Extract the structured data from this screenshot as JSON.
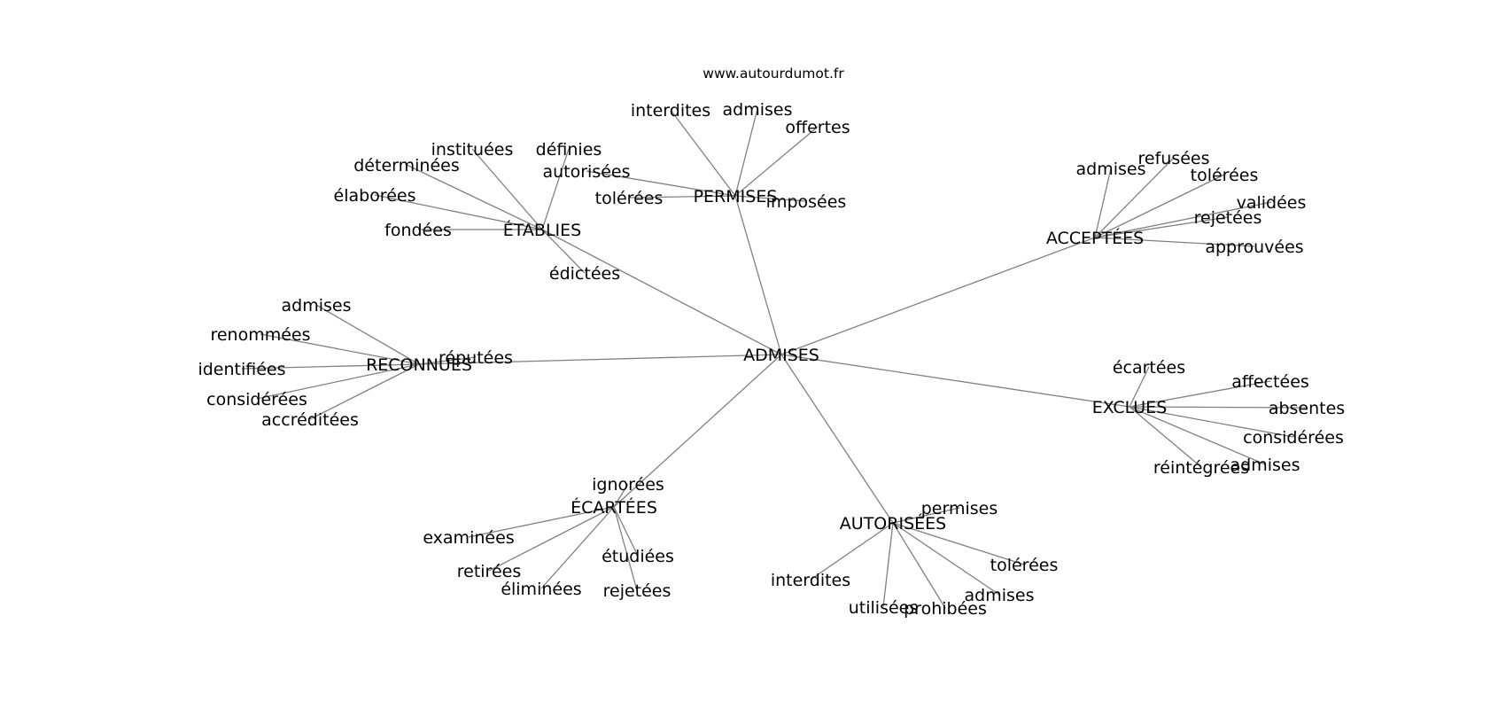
{
  "site": "www.autourdumot.fr",
  "root": "ADMISES",
  "clusters": [
    {
      "hub": "PERMISES",
      "words": [
        "interdites",
        "admises",
        "offertes",
        "autorisées",
        "tolérées",
        "imposées"
      ]
    },
    {
      "hub": "ÉTABLIES",
      "words": [
        "instituées",
        "définies",
        "déterminées",
        "élaborées",
        "fondées",
        "édictées"
      ]
    },
    {
      "hub": "ACCEPTÉES",
      "words": [
        "admises",
        "refusées",
        "tolérées",
        "validées",
        "rejetées",
        "approuvées"
      ]
    },
    {
      "hub": "RECONNUES",
      "words": [
        "admises",
        "renommées",
        "identifiées",
        "considérées",
        "accréditées",
        "réputées"
      ]
    },
    {
      "hub": "EXCLUES",
      "words": [
        "écartées",
        "affectées",
        "absentes",
        "considérées",
        "admises",
        "réintégrées"
      ]
    },
    {
      "hub": "ÉCARTÉES",
      "words": [
        "ignorées",
        "examinées",
        "retirées",
        "éliminées",
        "étudiées",
        "rejetées"
      ]
    },
    {
      "hub": "AUTORISÉES",
      "words": [
        "permises",
        "tolérées",
        "admises",
        "interdites",
        "utilisées",
        "prohibées"
      ]
    }
  ]
}
